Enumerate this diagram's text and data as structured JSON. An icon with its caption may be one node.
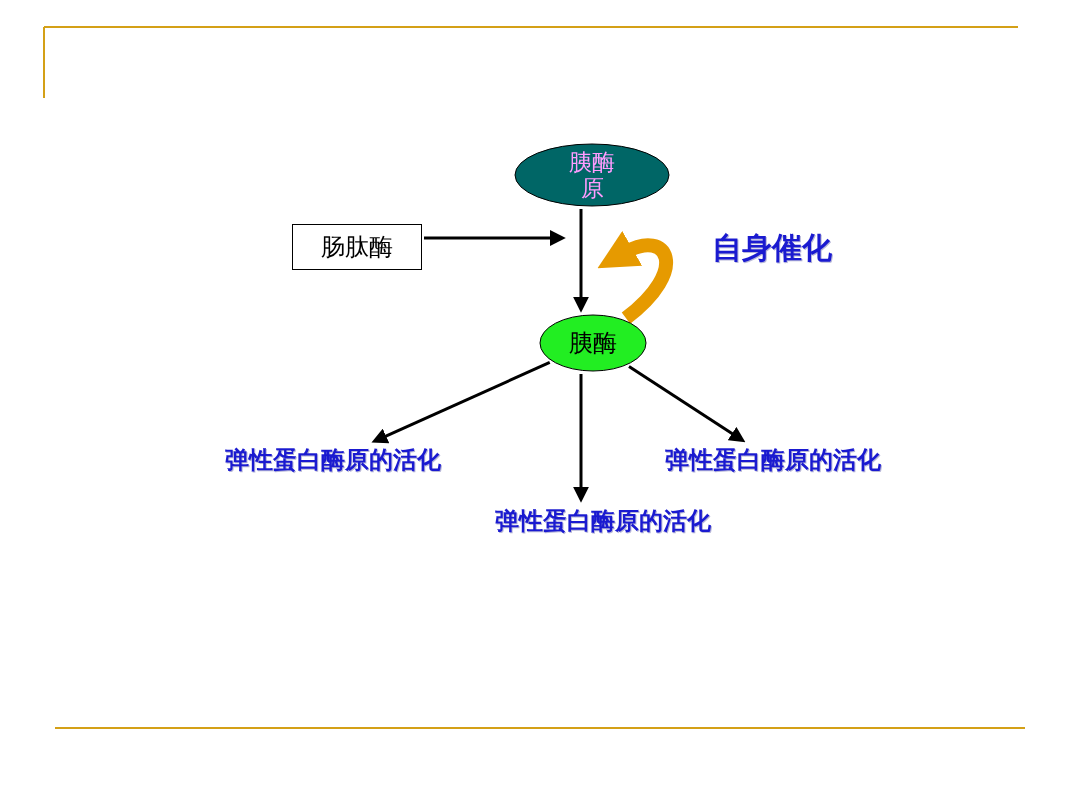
{
  "diagram": {
    "nodes": [
      {
        "text": [
          "胰酶原"
        ]
      },
      {
        "text": [
          "肠肽酶"
        ]
      },
      {
        "text": [
          "胰酶"
        ]
      },
      {
        "text": [
          "弹性蛋白酶原的活化"
        ]
      },
      {
        "text": [
          "弹性蛋白酶原的活化"
        ]
      },
      {
        "text": [
          "弹性蛋白酶原的活化"
        ]
      }
    ],
    "edges": [
      {
        "from": 0,
        "to": 2,
        "arrow": "to"
      },
      {
        "from": 1,
        "to": null,
        "arrow": "to"
      },
      {
        "from": 2,
        "to": 0,
        "arrow": "to",
        "style": "thick",
        "color": "#e69a00"
      },
      {
        "from": 2,
        "to": 3,
        "arrow": "to"
      },
      {
        "from": 2,
        "to": 4,
        "arrow": "to"
      },
      {
        "from": 2,
        "to": 5,
        "arrow": "to"
      }
    ],
    "labels": [
      "自身催化"
    ]
  }
}
